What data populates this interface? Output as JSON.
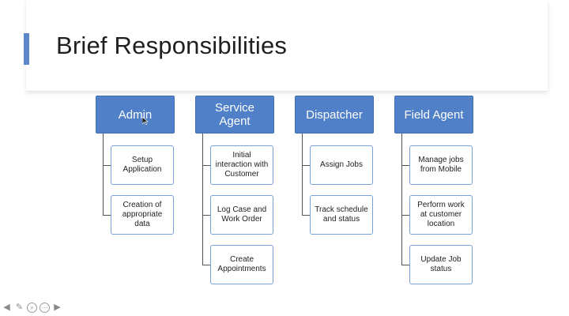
{
  "slide": {
    "title": "Brief Responsibilities"
  },
  "diagram": {
    "roles": [
      {
        "label": "Admin",
        "tasks": [
          "Setup\nApplication",
          "Creation of\nappropriate\ndata"
        ]
      },
      {
        "label": "Service\nAgent",
        "tasks": [
          "Initial\ninteraction with\nCustomer",
          "Log Case and\nWork Order",
          "Create\nAppointments"
        ]
      },
      {
        "label": "Dispatcher",
        "tasks": [
          "Assign Jobs",
          "Track schedule\nand status"
        ]
      },
      {
        "label": "Field Agent",
        "tasks": [
          "Manage jobs\nfrom Mobile",
          "Perform work\nat customer\nlocation",
          "Update Job\nstatus"
        ]
      }
    ]
  },
  "toolbar": {
    "icons": [
      "arrow-left-icon",
      "pen-icon",
      "zoom-icon",
      "more-icon",
      "arrow-right-icon"
    ]
  },
  "colors": {
    "role_fill": "#4f80c8",
    "task_border": "#7ba2d8",
    "accent": "#5b87c8"
  }
}
